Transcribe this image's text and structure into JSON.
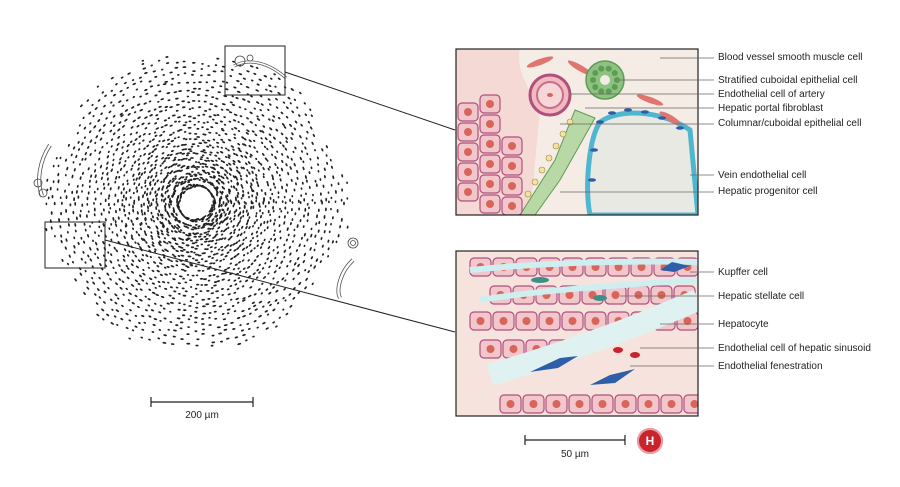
{
  "labels_top": [
    "Blood vessel smooth muscle cell",
    "Stratified cuboidal epithelial cell",
    "Endothelial cell of artery",
    "Hepatic portal fibroblast",
    "Columnar/cuboidal epithelial cell",
    "Vein endothelial cell",
    "Hepatic progenitor cell"
  ],
  "labels_bottom": [
    "Kupffer cell",
    "Hepatic stellate cell",
    "Hepatocyte",
    "Endothelial  cell of hepatic sinusoid",
    "Endothelial fenestration"
  ],
  "scalebars": {
    "left": "200 µm",
    "right": "50 µm"
  },
  "logo_letter": "H",
  "colors": {
    "hepatocyte": "#f1c7cc",
    "nucleus": "#d9655a",
    "membrane": "#b0507d",
    "epithelial": "#8bc37f",
    "vein": "#4fb6d0",
    "kupffer": "#2f5ea8",
    "stellate": "#3e8f86",
    "background": "#f7e3de",
    "rbc": "#c8242c"
  }
}
